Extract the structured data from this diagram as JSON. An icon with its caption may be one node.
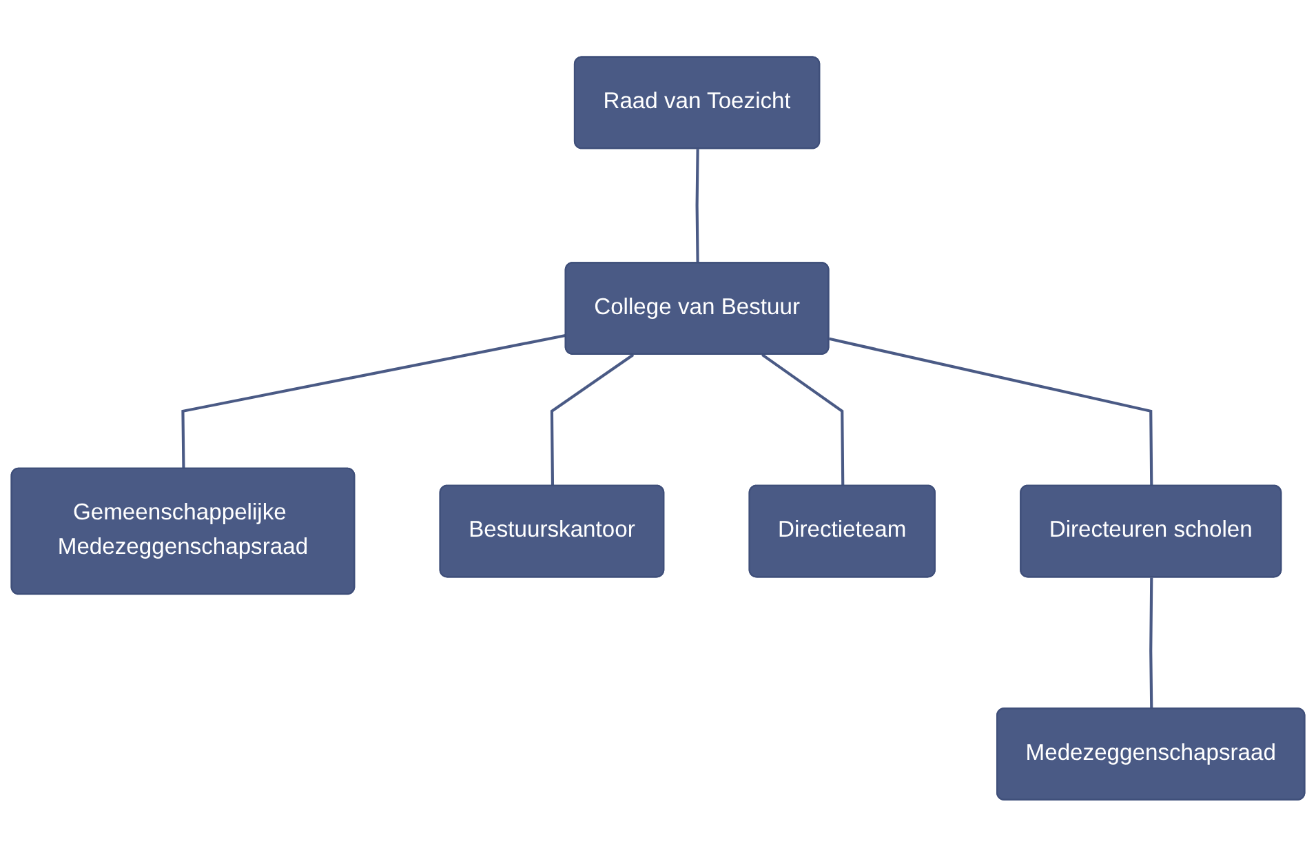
{
  "diagram": {
    "nodes": [
      {
        "text": [
          "Raad van Toezicht"
        ]
      },
      {
        "text": [
          "College van Bestuur"
        ]
      },
      {
        "text": [
          "Gemeenschappelijke Medezeggenschapsraad"
        ]
      },
      {
        "text": [
          "Bestuurskantoor"
        ]
      },
      {
        "text": [
          "Directieteam"
        ]
      },
      {
        "text": [
          "Directeuren scholen"
        ]
      },
      {
        "text": [
          "Medezeggenschapsraad"
        ]
      }
    ],
    "edges": [
      {
        "from": 0,
        "to": 1,
        "arrow": "none"
      },
      {
        "from": 1,
        "to": 2,
        "arrow": "none"
      },
      {
        "from": 1,
        "to": 3,
        "arrow": "none"
      },
      {
        "from": 1,
        "to": 4,
        "arrow": "none"
      },
      {
        "from": 1,
        "to": 5,
        "arrow": "none"
      },
      {
        "from": 5,
        "to": 6,
        "arrow": "none"
      }
    ]
  }
}
